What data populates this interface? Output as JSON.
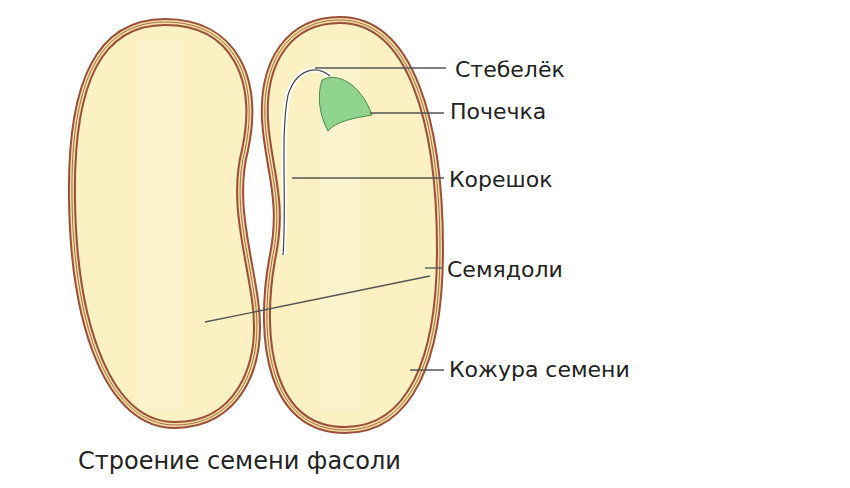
{
  "diagram": {
    "caption": "Строение семени фасоли",
    "labels": [
      "Стебелёк",
      "Почечка",
      "Корешок",
      "Семядоли",
      "Кожура семени"
    ]
  }
}
